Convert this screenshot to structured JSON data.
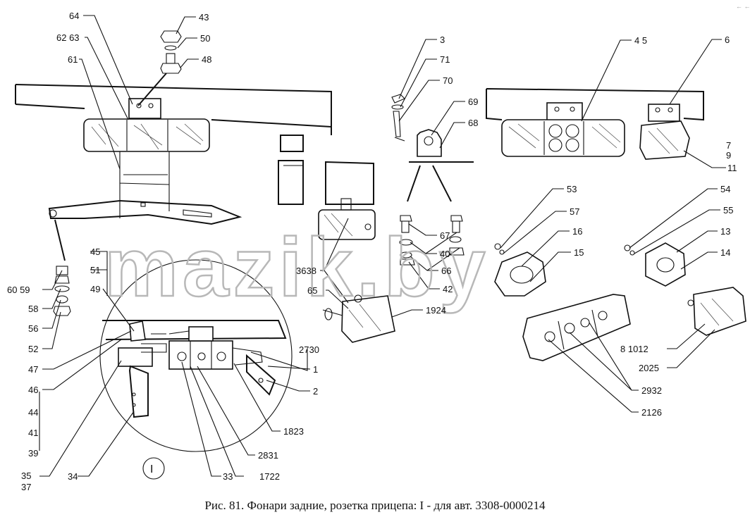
{
  "caption": "Рис. 81. Фонари задние, розетка прицепа: I - для авт. 3308-0000214",
  "watermark": "mazik.by",
  "view_marker": "I",
  "corner_mark": "← ←",
  "labels": {
    "l64": "64",
    "l43": "43",
    "l6263": "62 63",
    "l50": "50",
    "l61": "61",
    "l48": "48",
    "l3": "3",
    "l71": "71",
    "l70": "70",
    "l69": "69",
    "l68": "68",
    "l45b": "4 5",
    "l6": "6",
    "l7": "7",
    "l9": "9",
    "l11": "11",
    "l53": "53",
    "l54": "54",
    "l57": "57",
    "l55": "55",
    "l16": "16",
    "l13": "13",
    "l15": "15",
    "l14": "14",
    "l67": "67",
    "l40": "40",
    "l66": "66",
    "l42": "42",
    "l3638": "3638",
    "l65": "65",
    "l1924": "1924",
    "l45": "45",
    "l51": "51",
    "l49": "49",
    "l6059": "60 59",
    "l58": "58",
    "l56": "56",
    "l52": "52",
    "l2730": "2730",
    "l1": "1",
    "l47": "47",
    "l46": "46",
    "l2": "2",
    "l44": "44",
    "l41": "41",
    "l39": "39",
    "l1823": "1823",
    "l2831": "2831",
    "l3537a": "35",
    "l3537b": "37",
    "l34": "34",
    "l33": "33",
    "l1722": "1722",
    "l81012": "8 1012",
    "l2025": "2025",
    "l2932": "2932",
    "l2126": "2126"
  }
}
